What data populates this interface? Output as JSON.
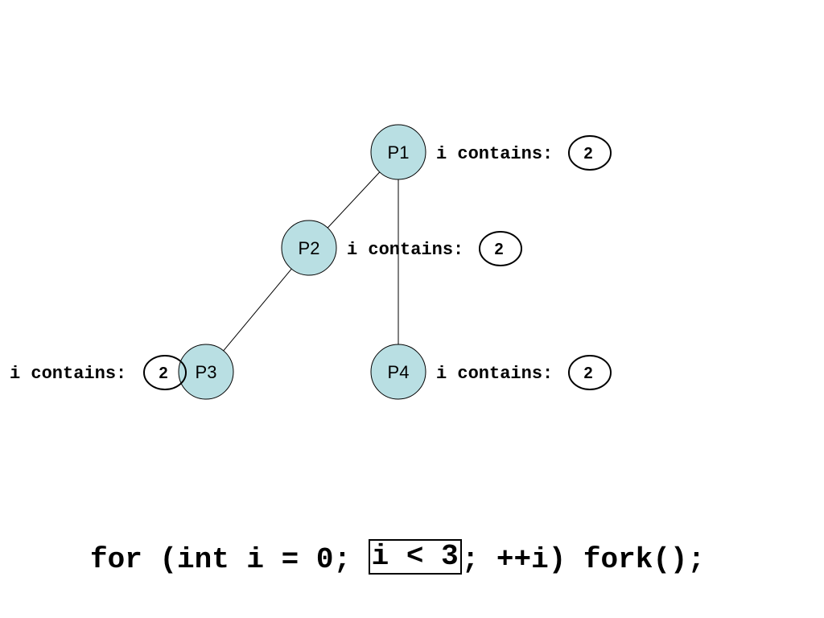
{
  "colors": {
    "node_fill": "#b9dfe3",
    "stroke": "#000000",
    "background": "#ffffff"
  },
  "diagram": {
    "edges": [
      {
        "from": "P1",
        "to": "P2"
      },
      {
        "from": "P1",
        "to": "P4"
      },
      {
        "from": "P2",
        "to": "P3"
      }
    ],
    "nodes": [
      {
        "id": "P1",
        "label": "P1",
        "text": "i contains:",
        "value": "2"
      },
      {
        "id": "P2",
        "label": "P2",
        "text": "i contains:",
        "value": "2"
      },
      {
        "id": "P3",
        "label": "P3",
        "text": "i contains:",
        "value": "2"
      },
      {
        "id": "P4",
        "label": "P4",
        "text": "i contains:",
        "value": "2"
      }
    ]
  },
  "code": {
    "before": "for (int i = 0; ",
    "condition": "i < 3",
    "after": "; ++i) fork();"
  }
}
